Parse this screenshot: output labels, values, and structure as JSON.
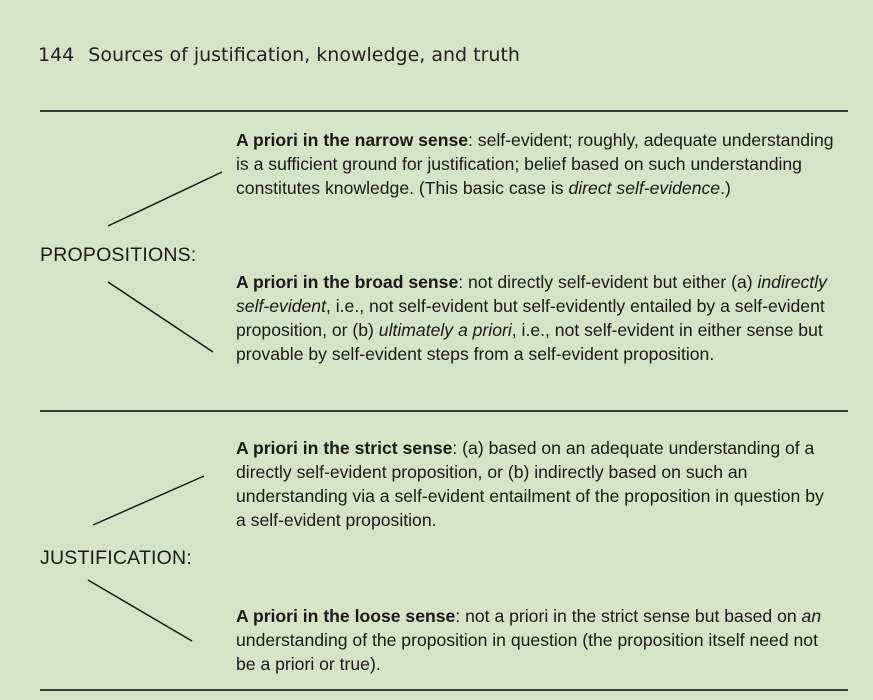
{
  "header": {
    "page_number": "144",
    "running_title": "Sources of justification, knowledge, and truth"
  },
  "propositions": {
    "label": "PROPOSITIONS:",
    "narrow": {
      "term": "A priori in the narrow sense",
      "text_1": ": self-evident; roughly, adequate understanding is a sufficient ground for justification; belief based on such understanding constitutes knowledge. (This basic case is ",
      "em_1": "direct self-evidence",
      "text_2": ".)"
    },
    "broad": {
      "term": "A priori in the broad sense",
      "text_1": ": not directly self-evident but either (a) ",
      "em_1": "indirectly self-evident",
      "text_2": ", i.e., not self-evident but self-evidently entailed by a self-evident proposition, or (b) ",
      "em_2": "ultimately a priori",
      "text_3": ", i.e., not self-evident in either sense but provable by self-evident steps from a self-evident proposition."
    }
  },
  "justification": {
    "label": "JUSTIFICATION:",
    "strict": {
      "term": "A priori in the strict sense",
      "text_1": ": (a) based on an adequate understanding of a directly self-evident proposition, or (b) indirectly based on such an understanding via a self-evident entailment of the proposition in question by a self-evident proposition."
    },
    "loose": {
      "term": "A priori in the loose sense",
      "text_1": ": not a priori in the strict sense but based on ",
      "em_1": "an",
      "text_2": " understanding of the proposition in question (the proposition itself need not be a priori or true)."
    }
  }
}
